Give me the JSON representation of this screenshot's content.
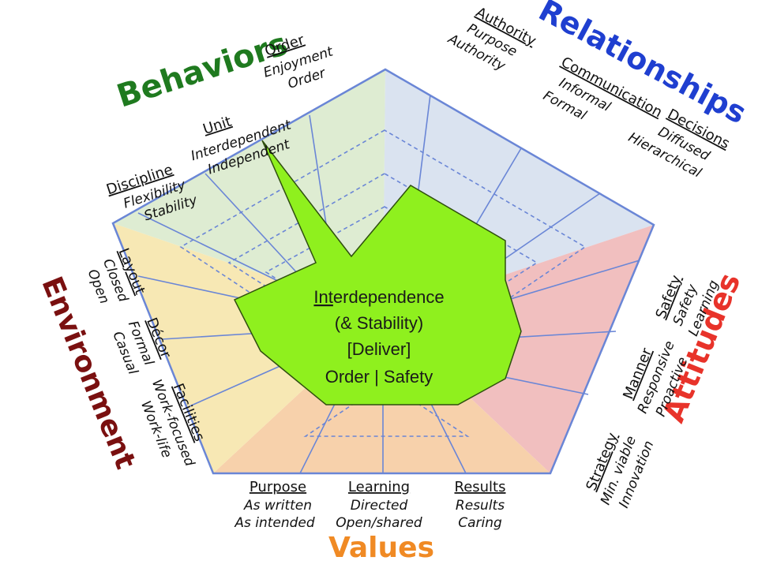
{
  "colors": {
    "behaviors": "#1f7a1f",
    "relationships": "#1f3fd0",
    "attitudes": "#e8332a",
    "values": "#f08a24",
    "environment": "#7a1010",
    "shape_fill": "#8ff01e",
    "sector_behaviors": "#dcebd0",
    "sector_relationships": "#d8e2ef",
    "sector_attitudes": "#f0bcbc",
    "sector_values": "#f7cfa6",
    "sector_environment": "#f7e7b0",
    "grid_line": "#6a86d6"
  },
  "headings": {
    "behaviors": "Behaviors",
    "relationships": "Relationships",
    "attitudes": "Attitudes",
    "values": "Values",
    "environment": "Environment"
  },
  "behaviors": {
    "discipline": {
      "title": "Discipline",
      "hi": "Flexibility",
      "lo": "Stability"
    },
    "unit": {
      "title": "Unit",
      "hi": "Interdependent",
      "lo": "Independent"
    },
    "order": {
      "title": "Order",
      "hi": "Enjoyment",
      "lo": "Order"
    }
  },
  "relationships": {
    "authority": {
      "title": "Authority",
      "hi": "Purpose",
      "lo": "Authority"
    },
    "communication": {
      "title": "Communication",
      "hi": "Informal",
      "lo": "Formal"
    },
    "decisions": {
      "title": "Decisions",
      "hi": "Diffused",
      "lo": "Hierarchical"
    }
  },
  "attitudes": {
    "safety": {
      "title": "Safety",
      "hi": "Safety",
      "lo": "Learning"
    },
    "manner": {
      "title": "Manner",
      "hi": "Responsive",
      "lo": "Proactive"
    },
    "strategy": {
      "title": "Strategy",
      "hi": "Min. viable",
      "lo": "Innovation"
    }
  },
  "values": {
    "purpose": {
      "title": "Purpose",
      "hi": "As written",
      "lo": "As intended"
    },
    "learning": {
      "title": "Learning",
      "hi": "Directed",
      "lo": "Open/shared"
    },
    "results": {
      "title": "Results",
      "hi": "Results",
      "lo": "Caring"
    }
  },
  "environment": {
    "layout": {
      "title": "Layout",
      "hi": "Closed",
      "lo": "Open"
    },
    "decor": {
      "title": "Décor",
      "hi": "Formal",
      "lo": "Casual"
    },
    "facilities": {
      "title": "Facilities",
      "hi": "Work-focused",
      "lo": "Work-life"
    }
  },
  "center": {
    "line1_underlined": "Int",
    "line1_rest": "erdependence",
    "line2": "(& Stability)",
    "line3": "[Deliver]",
    "line4": "Order | Safety"
  }
}
